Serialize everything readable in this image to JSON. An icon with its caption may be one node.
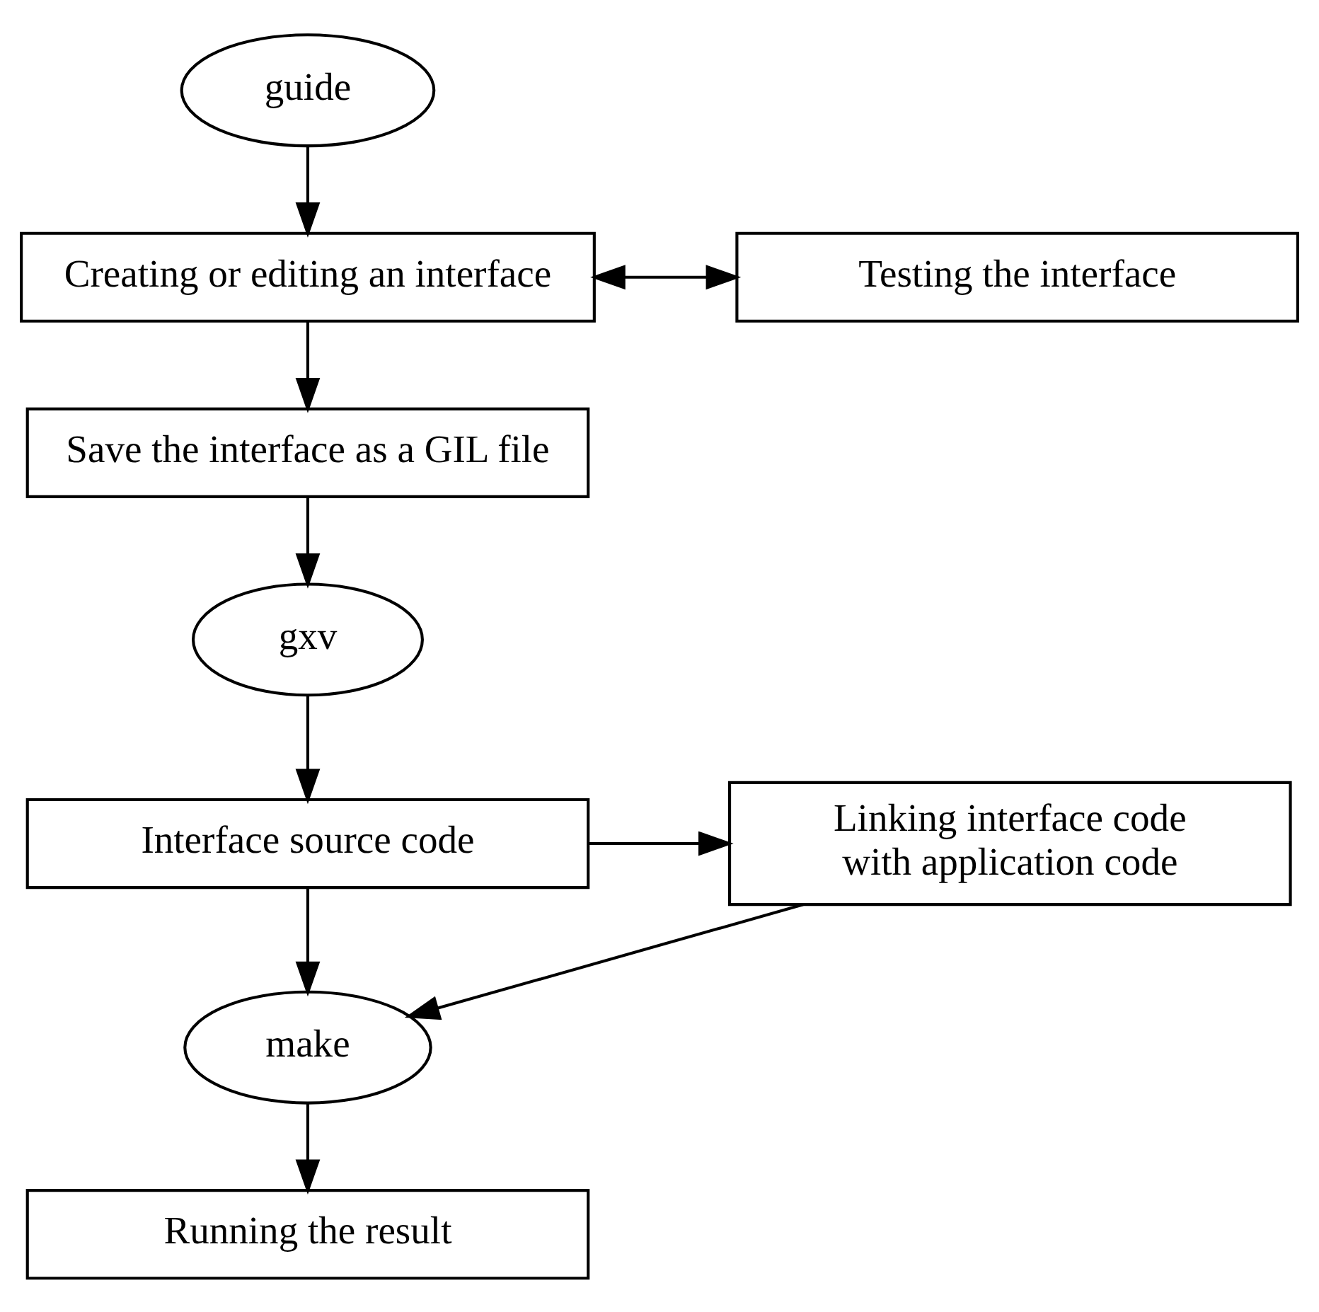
{
  "diagram": {
    "nodes": [
      {
        "text": [
          "guide"
        ]
      },
      {
        "text": [
          "Creating or editing an interface"
        ]
      },
      {
        "text": [
          "Testing the interface"
        ]
      },
      {
        "text": [
          "Save the interface as a GIL file"
        ]
      },
      {
        "text": [
          "gxv"
        ]
      },
      {
        "text": [
          "Interface source code"
        ]
      },
      {
        "text": [
          "Linking interface code with application code"
        ]
      },
      {
        "text": [
          "make"
        ]
      },
      {
        "text": [
          "Running the result"
        ]
      }
    ],
    "edges": [
      {
        "from": 0,
        "to": 1,
        "arrow": "to"
      },
      {
        "from": 1,
        "to": 2,
        "arrow": "both"
      },
      {
        "from": 1,
        "to": 3,
        "arrow": "to"
      },
      {
        "from": 3,
        "to": 4,
        "arrow": "to"
      },
      {
        "from": 4,
        "to": 5,
        "arrow": "to"
      },
      {
        "from": 5,
        "to": 6,
        "arrow": "to"
      },
      {
        "from": 5,
        "to": 7,
        "arrow": "to"
      },
      {
        "from": 6,
        "to": 7,
        "arrow": "to"
      },
      {
        "from": 7,
        "to": 8,
        "arrow": "to"
      }
    ]
  }
}
